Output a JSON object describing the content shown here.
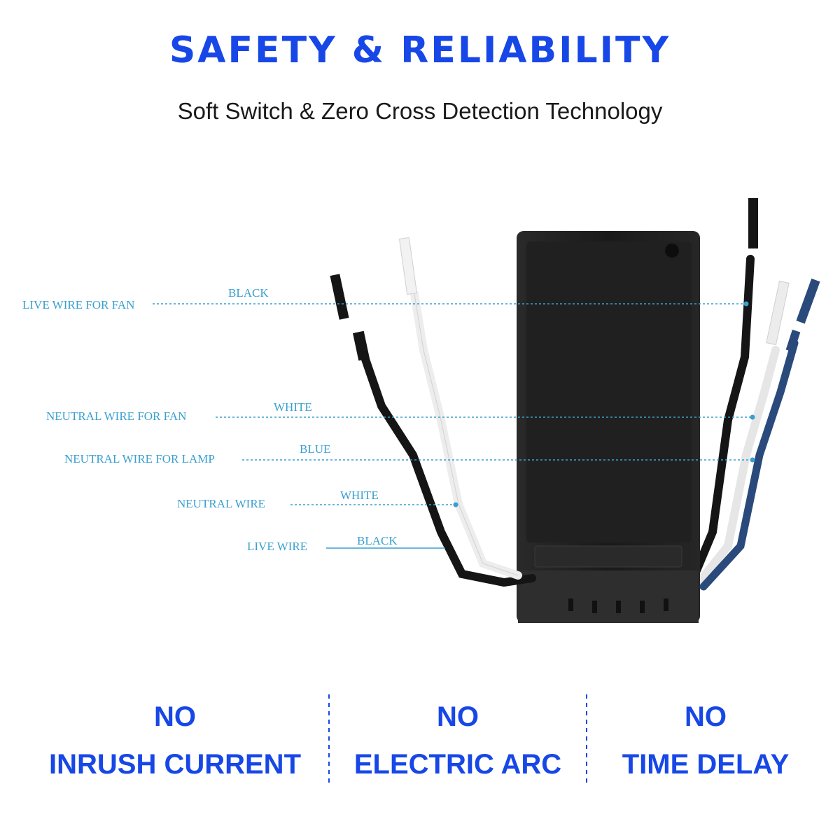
{
  "header": {
    "title": "SAFETY & RELIABILITY",
    "subtitle": "Soft Switch & Zero Cross Detection Technology"
  },
  "colors": {
    "accent_blue": "#1747e6",
    "label_blue": "#3a9fcf",
    "body_black": "#1c1c1c",
    "wire_black": "#151515",
    "wire_white": "#e9e9e9",
    "wire_blue": "#2b4a7c"
  },
  "wires": [
    {
      "function": "LIVE WIRE FOR FAN",
      "color": "BLACK"
    },
    {
      "function": "NEUTRAL WIRE FOR FAN",
      "color": "WHITE"
    },
    {
      "function": "NEUTRAL WIRE FOR LAMP",
      "color": "BLUE"
    },
    {
      "function": "NEUTRAL WIRE",
      "color": "WHITE"
    },
    {
      "function": "LIVE WIRE",
      "color": "BLACK"
    }
  ],
  "features": [
    {
      "no": "NO",
      "label": "INRUSH CURRENT"
    },
    {
      "no": "NO",
      "label": "ELECTRIC ARC"
    },
    {
      "no": "NO",
      "label": "TIME DELAY"
    }
  ]
}
